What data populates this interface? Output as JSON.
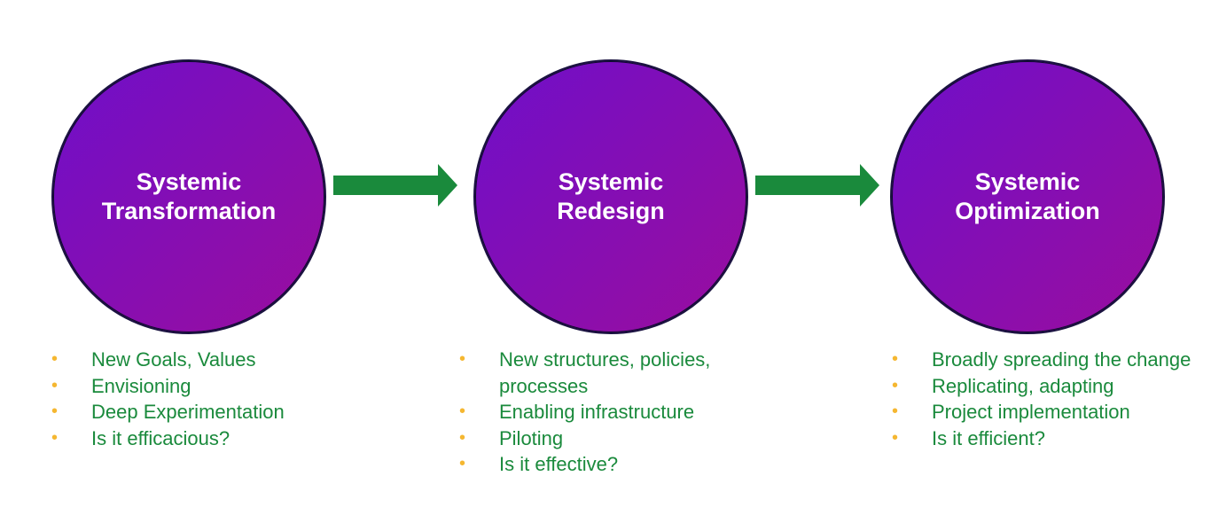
{
  "stages": [
    {
      "title_line1": "Systemic",
      "title_line2": "Transformation",
      "bullets": [
        "New Goals, Values",
        "Envisioning",
        "Deep Experimentation",
        "Is it efficacious?"
      ]
    },
    {
      "title_line1": "Systemic",
      "title_line2": "Redesign",
      "bullets": [
        "New structures, policies, processes",
        "Enabling infrastructure",
        "Piloting",
        "Is it effective?"
      ]
    },
    {
      "title_line1": "Systemic",
      "title_line2": "Optimization",
      "bullets": [
        "Broadly spreading the change",
        "Replicating, adapting",
        "Project implementation",
        "Is it efficient?"
      ]
    }
  ],
  "colors": {
    "circle_gradient_start": "#6f0fc9",
    "circle_gradient_end": "#9a0d9e",
    "arrow": "#1a8a3c",
    "bullet_text": "#1a8a3c",
    "bullet_dot": "#f5b731",
    "title_text": "#ffffff"
  },
  "icons": {
    "arrow": "arrow-right-icon",
    "bullet": "bullet-dot-icon"
  },
  "bullet_glyph": "•"
}
